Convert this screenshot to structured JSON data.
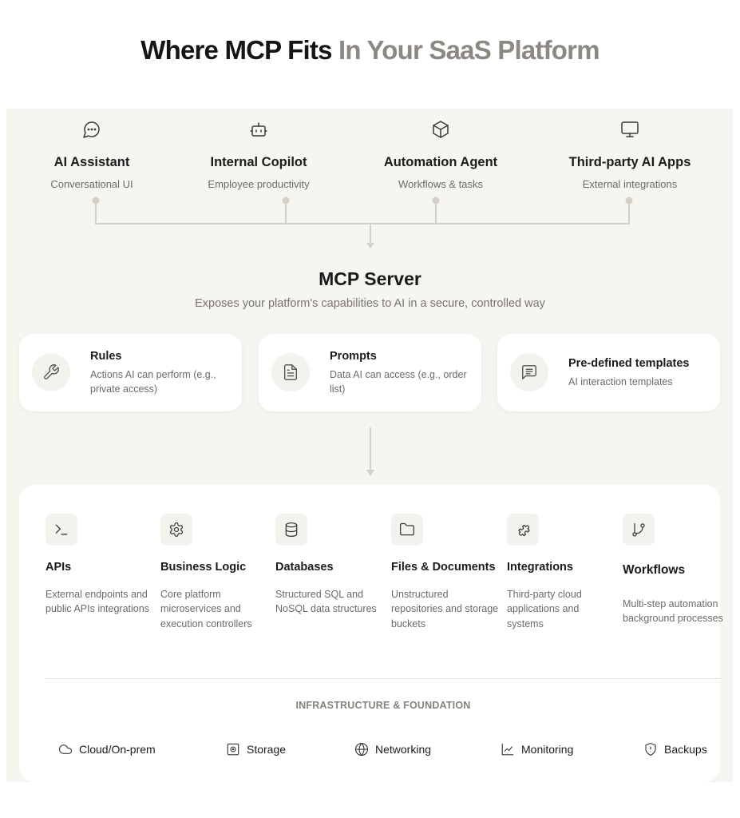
{
  "title": {
    "part1": "Where MCP Fits",
    "part2": "In Your SaaS Platform"
  },
  "clients": [
    {
      "name": "AI Assistant",
      "description": "Conversational UI",
      "icon": "chat-bubble-icon"
    },
    {
      "name": "Internal Copilot",
      "description": "Employee productivity",
      "icon": "robot-icon"
    },
    {
      "name": "Automation Agent",
      "description": "Workflows & tasks",
      "icon": "cube-icon"
    },
    {
      "name": "Third-party AI Apps",
      "description": "External integrations",
      "icon": "monitor-icon"
    }
  ],
  "server": {
    "title": "MCP Server",
    "subtitle": "Exposes your platform's capabilities to AI in a secure, controlled way"
  },
  "capabilities": [
    {
      "title": "Rules",
      "description": "Actions AI can perform (e.g., private access)",
      "icon": "wrench-icon"
    },
    {
      "title": "Prompts",
      "description": "Data AI can access (e.g., order list)",
      "icon": "document-icon"
    },
    {
      "title": "Pre-defined templates",
      "description": "AI interaction templates",
      "icon": "message-square-icon"
    }
  ],
  "resources": [
    {
      "name": "APIs",
      "description": "External endpoints and public APIs integrations",
      "icon": "terminal-icon"
    },
    {
      "name": "Business Logic",
      "description": "Core platform microservices and execution controllers",
      "icon": "gear-icon"
    },
    {
      "name": "Databases",
      "description": "Structured SQL and NoSQL data structures",
      "icon": "database-icon"
    },
    {
      "name": "Files & Documents",
      "description": "Unstructured repositories and storage buckets",
      "icon": "folder-icon"
    },
    {
      "name": "Integrations",
      "description": "Third-party cloud applications and systems",
      "icon": "puzzle-icon"
    },
    {
      "name": "Workflows",
      "description": "Multi-step automation background processes",
      "icon": "git-branch-icon"
    }
  ],
  "infrastructure": {
    "title": "INFRASTRUCTURE & FOUNDATION",
    "items": [
      {
        "label": "Cloud/On-prem",
        "icon": "cloud-icon"
      },
      {
        "label": "Storage",
        "icon": "storage-icon"
      },
      {
        "label": "Networking",
        "icon": "globe-icon"
      },
      {
        "label": "Monitoring",
        "icon": "chart-line-icon"
      },
      {
        "label": "Backups",
        "icon": "shield-icon"
      }
    ]
  },
  "colors": {
    "accent_title": "#151515",
    "muted_title": "#8c8882",
    "panel_background": "#f6f5f0",
    "connector": "#d3d0c8"
  }
}
